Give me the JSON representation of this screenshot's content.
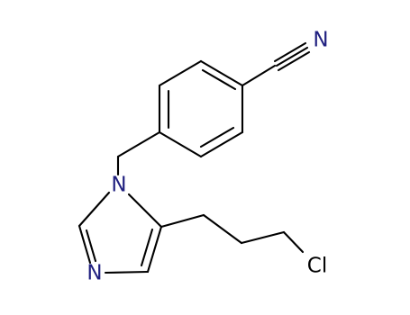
{
  "structure": {
    "atoms": [
      {
        "id": "n-nitrile",
        "text": "N",
        "color": "#202080"
      },
      {
        "id": "n-imidazole-1",
        "text": "N",
        "color": "#202080"
      },
      {
        "id": "n-imidazole-3",
        "text": "N",
        "color": "#202080"
      },
      {
        "id": "cl",
        "text": "Cl",
        "color": "#000000"
      }
    ],
    "bond_color": "#000000"
  }
}
